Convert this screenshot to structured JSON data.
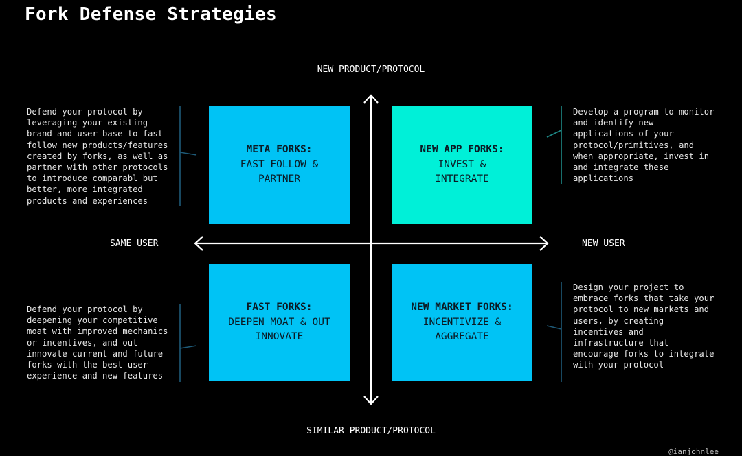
{
  "title": "Fork Defense Strategies",
  "axes": {
    "top": "NEW PRODUCT/PROTOCOL",
    "bottom": "SIMILAR PRODUCT/PROTOCOL",
    "left": "SAME USER",
    "right": "NEW USER"
  },
  "quadrants": {
    "top_left": {
      "title": "META FORKS:",
      "subtitle": "FAST FOLLOW & PARTNER",
      "color": "#00c3f5"
    },
    "top_right": {
      "title": "NEW APP FORKS:",
      "subtitle": "INVEST & INTEGRATE",
      "color": "#00f0d8"
    },
    "bottom_left": {
      "title": "FAST FORKS:",
      "subtitle": "DEEPEN MOAT & OUT INNOVATE",
      "color": "#00c3f5"
    },
    "bottom_right": {
      "title": "NEW MARKET FORKS:",
      "subtitle": "INCENTIVIZE & AGGREGATE",
      "color": "#00c3f5"
    }
  },
  "descriptions": {
    "top_left": "Defend your protocol by leveraging your existing brand and user base to fast follow new products/features created by forks, as well as partner with other protocols to introduce comparabl but better, more integrated products and experiences",
    "top_right": "Develop a program to monitor and identify new applications of your protocol/primitives, and when appropriate, invest in and integrate these applications",
    "bottom_left": "Defend your protocol by deepening your competitive moat with improved mechanics or incentives, and out innovate current and future forks with the best user experience and new features",
    "bottom_right": "Design your project to embrace forks that take your protocol to new markets and users, by creating incentives and infrastructure that encourage forks to integrate with your protocol"
  },
  "handle": "@ianjohnlee"
}
